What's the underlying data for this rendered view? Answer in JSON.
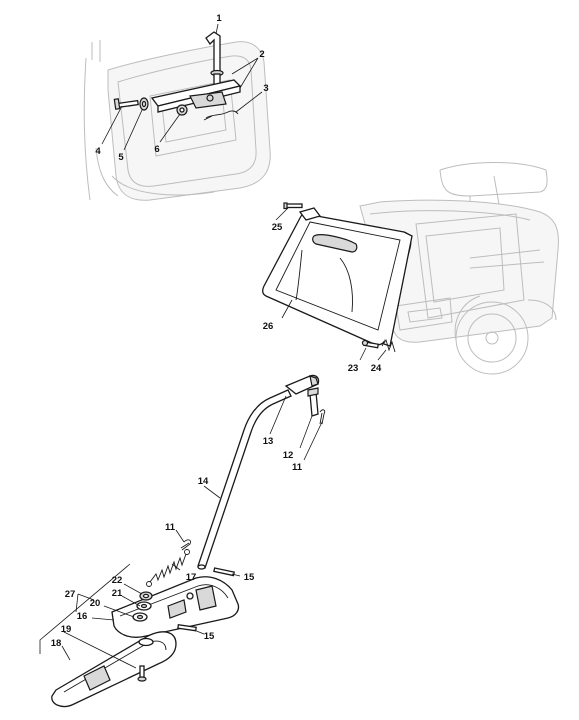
{
  "callouts": {
    "c1": "1",
    "c2": "2",
    "c3": "3",
    "c4": "4",
    "c5": "5",
    "c6": "6",
    "c11a": "11",
    "c11b": "11",
    "c12": "12",
    "c13": "13",
    "c14": "14",
    "c15a": "15",
    "c15b": "15",
    "c16": "16",
    "c17": "17",
    "c18": "18",
    "c19": "19",
    "c20": "20",
    "c21": "21",
    "c22": "22",
    "c23": "23",
    "c24": "24",
    "c25": "25",
    "c26": "26",
    "c27": "27"
  }
}
